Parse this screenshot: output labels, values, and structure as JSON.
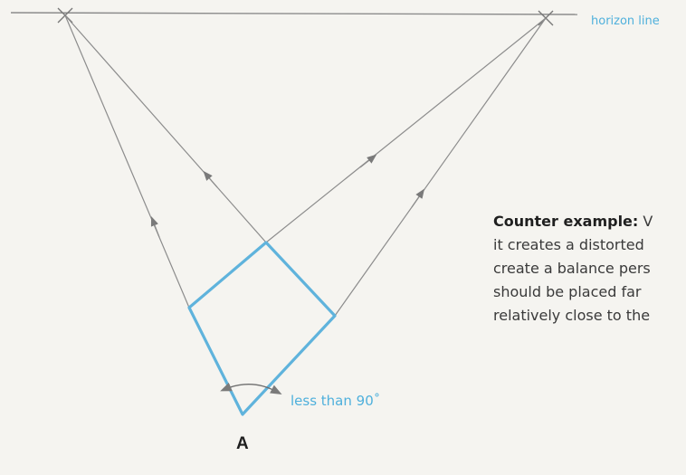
{
  "labels": {
    "horizon": "horizon line",
    "angle": "less than 90˚",
    "vertex": "A"
  },
  "counter_example": {
    "heading": "Counter example:",
    "line1_rest": " V",
    "line2": "it creates a distorted",
    "line3": "create a balance pers",
    "line4": "should be placed far",
    "line5": "relatively close to the"
  },
  "colors": {
    "background": "#f5f4f0",
    "pencil": "#8c8c8c",
    "object": "#5fb3dc",
    "accent_text": "#4fb0dc"
  }
}
